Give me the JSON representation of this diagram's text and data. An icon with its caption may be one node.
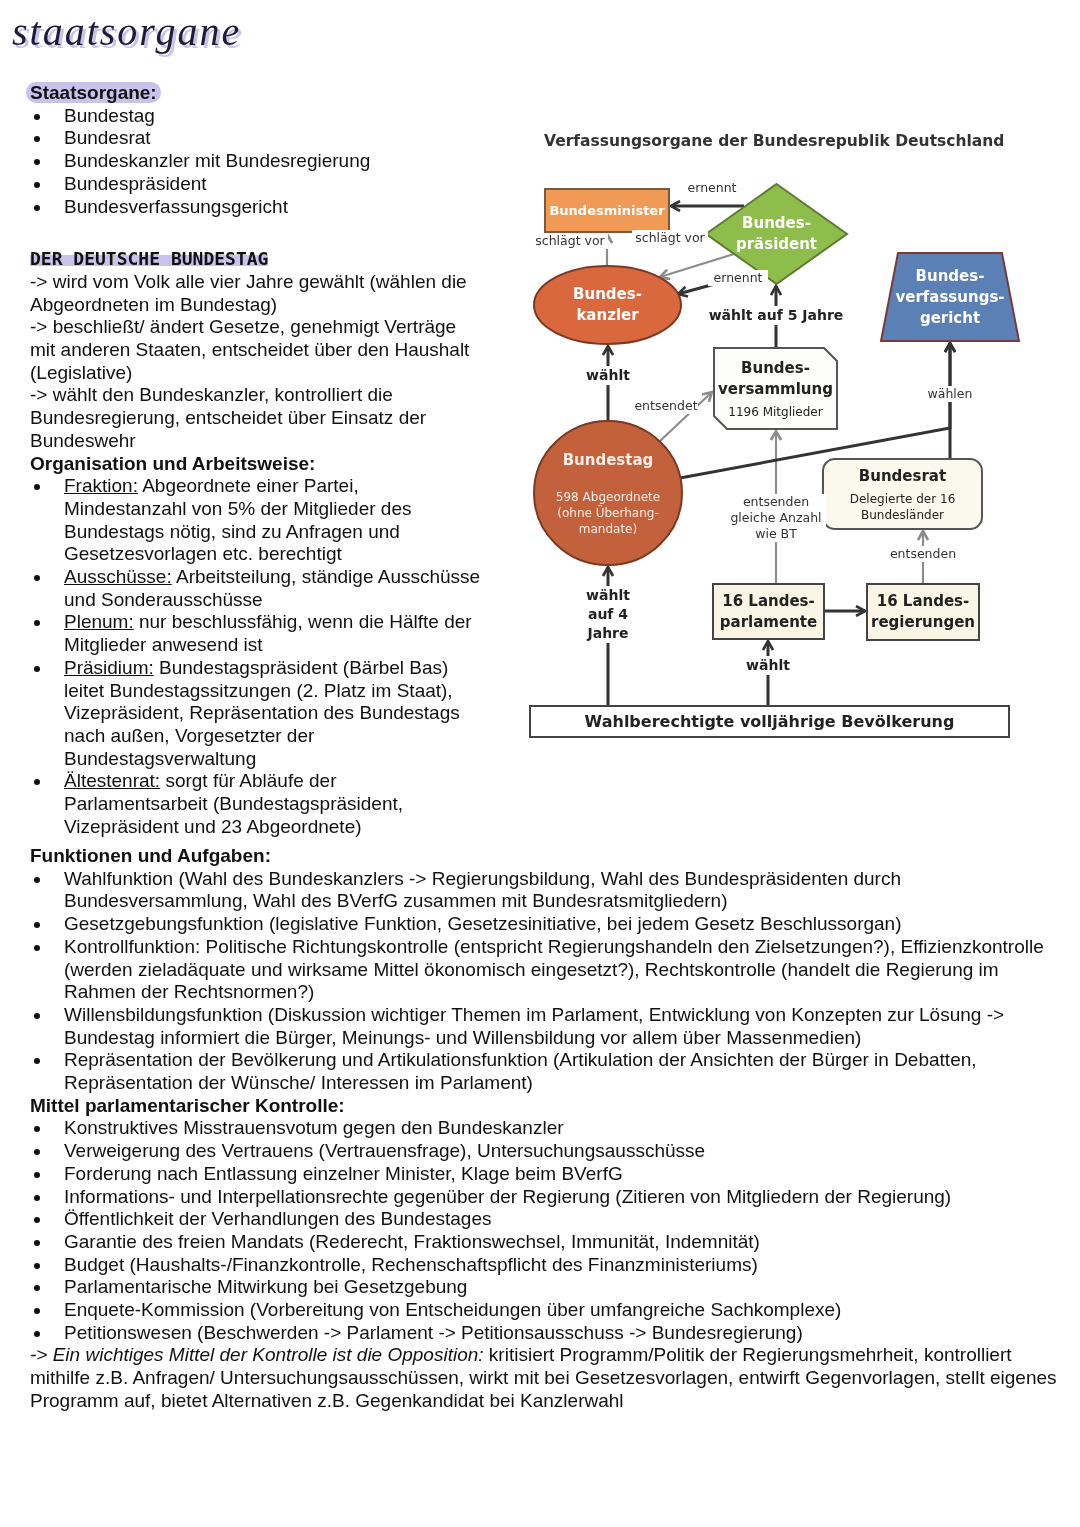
{
  "diagram": {
    "title": "staatsorgane",
    "nodes": [
      {
        "text": [
          "Bundesminister"
        ]
      },
      {
        "text": [
          "Bundes- präsident"
        ]
      },
      {
        "text": [
          "Bundes- kanzler"
        ]
      },
      {
        "text": [
          "Bundes- verfassungs- gericht"
        ]
      },
      {
        "text": [
          "Bundes- versammlung",
          "1196 Mitglieder"
        ]
      },
      {
        "text": [
          "Bundestag",
          "598 Abgeordnete (ohne Überhang- mandate)"
        ]
      },
      {
        "text": [
          "Bundesrat",
          "Delegierte der 16 Bundesländer"
        ]
      },
      {
        "text": [
          "16 Landes- parlamente"
        ]
      },
      {
        "text": [
          "16 Landes- regierungen"
        ]
      },
      {
        "text": [
          "Wahlberechtigte volljährige Bevölkerung"
        ]
      }
    ],
    "edges": [
      {
        "from": 1,
        "to": 0,
        "arrow": "to",
        "label": "ernennt"
      },
      {
        "from": 1,
        "to": 2,
        "arrow": "to",
        "label": "schlägt vor",
        "color": "#8c8c8c"
      },
      {
        "from": 1,
        "to": 2,
        "arrow": "to",
        "label": "ernennt"
      },
      {
        "from": 2,
        "to": 0,
        "arrow": "to",
        "label": "schlägt vor",
        "color": "#8c8c8c"
      },
      {
        "from": 5,
        "to": 2,
        "arrow": "to",
        "label": "wählt"
      },
      {
        "from": 4,
        "to": 1,
        "arrow": "to",
        "label": "wählt auf 5 Jahre"
      },
      {
        "from": 5,
        "to": 4,
        "arrow": "to",
        "label": "entsendet",
        "color": "#8c8c8c"
      },
      {
        "from": 7,
        "to": 4,
        "arrow": "to",
        "label": "entsenden gleiche Anzahl wie BT",
        "color": "#8c8c8c"
      },
      {
        "from": 5,
        "to": 3,
        "arrow": "to"
      },
      {
        "from": 6,
        "to": 3,
        "arrow": "to",
        "label": "wählen"
      },
      {
        "from": 8,
        "to": 6,
        "arrow": "to",
        "label": "entsenden",
        "color": "#8c8c8c"
      },
      {
        "from": 7,
        "to": 8,
        "arrow": "to"
      },
      {
        "from": 9,
        "to": 5,
        "arrow": "to",
        "label": "wählt auf 4 Jahre"
      },
      {
        "from": 9,
        "to": 7,
        "arrow": "to",
        "label": "wählt"
      }
    ],
    "labels": [
      "Staatsorgane:",
      "Bundestag",
      "Bundesrat",
      "Bundeskanzler mit Bundesregierung",
      "Bundespräsident",
      "Bundesverfassungsgericht",
      "Verfassungsorgane der Bundesrepublik Deutschland",
      "DER DEUTSCHE BUNDESTAG",
      "-> wird vom Volk alle vier Jahre gewählt (wählen die Abgeordneten im Bundestag)",
      "-> beschließt/ ändert Gesetze, genehmigt Verträge mit anderen Staaten, entscheidet über den Haushalt (Legislative)",
      "-> wählt den Bundeskanzler, kontrolliert die Bundesregierung, entscheidet über Einsatz der Bundeswehr",
      "Organisation und Arbeitsweise:",
      "Fraktion:",
      "Abgeordnete einer Partei, Mindestanzahl von 5% der Mitglieder des Bundestags nötig, sind zu Anfragen und Gesetzesvorlagen etc. berechtigt",
      "Ausschüsse:",
      "Arbeitsteilung, ständige Ausschüsse und Sonderausschüsse",
      "Plenum:",
      "nur beschlussfähig, wenn die Hälfte der Mitglieder anwesend ist",
      "Präsidium:",
      "Bundestagspräsident (Bärbel Bas) leitet Bundestagssitzungen (2. Platz im Staat), Vizepräsident, Repräsentation des Bundestags nach außen, Vorgesetzter der Bundestagsverwaltung",
      "Ältestenrat:",
      "sorgt für Abläufe der Parlamentsarbeit (Bundestagspräsident, Vizepräsident und 23 Abgeordnete)",
      "Funktionen und Aufgaben:",
      "Wahlfunktion (Wahl des Bundeskanzlers -> Regierungsbildung, Wahl des Bundespräsidenten durch Bundesversammlung, Wahl des BVerfG zusammen mit Bundesratsmitgliedern)",
      "Gesetzgebungsfunktion (legislative Funktion, Gesetzesinitiative, bei jedem Gesetz Beschlussorgan)",
      "Kontrollfunktion: Politische Richtungskontrolle (entspricht Regierungshandeln den Zielsetzungen?), Effizienzkontrolle (werden zieladäquate und wirksame Mittel ökonomisch eingesetzt?), Rechtskontrolle (handelt die Regierung im Rahmen der Rechtsnormen?)",
      "Willensbildungsfunktion (Diskussion wichtiger Themen im Parlament, Entwicklung von Konzepten zur Lösung -> Bundestag informiert die Bürger, Meinungs- und Willensbildung vor allem über Massenmedien)",
      "Repräsentation der Bevölkerung und Artikulationsfunktion (Artikulation der Ansichten der Bürger in Debatten, Repräsentation der Wünsche/ Interessen im Parlament)",
      "Mittel parlamentarischer Kontrolle:",
      "Konstruktives Misstrauensvotum gegen den Bundeskanzler",
      "Verweigerung des Vertrauens (Vertrauensfrage), Untersuchungsausschüsse",
      "Forderung nach Entlassung einzelner Minister, Klage beim BVerfG",
      "Informations- und Interpellationsrechte gegenüber der Regierung (Zitieren von Mitgliedern der Regierung)",
      "Öffentlichkeit der Verhandlungen des Bundestages",
      "Garantie des freien Mandats (Rederecht, Fraktionswechsel, Immunität, Indemnität)",
      "Budget (Haushalts-/Finanzkontrolle, Rechenschaftspflicht des Finanzministeriums)",
      "Parlamentarische Mitwirkung bei Gesetzgebung",
      "Enquete-Kommission (Vorbereitung von Entscheidungen über umfangreiche Sachkomplexe)",
      "Petitionswesen (Beschwerden -> Parlament -> Petitionsausschuss -> Bundesregierung)",
      "*-> Ein wichtiges Mittel der Kontrolle ist die Opposition:* kritisiert Programm/Politik der Regierungsmehrheit, kontrolliert mithilfe z.B. Anfragen/ Untersuchungsausschüssen, wirkt mit bei Gesetzesvorlagen, entwirft Gegenvorlagen, stellt eigenes Programm auf, bietet Alternativen z.B. Gegenkandidat bei Kanzlerwahl"
    ]
  }
}
